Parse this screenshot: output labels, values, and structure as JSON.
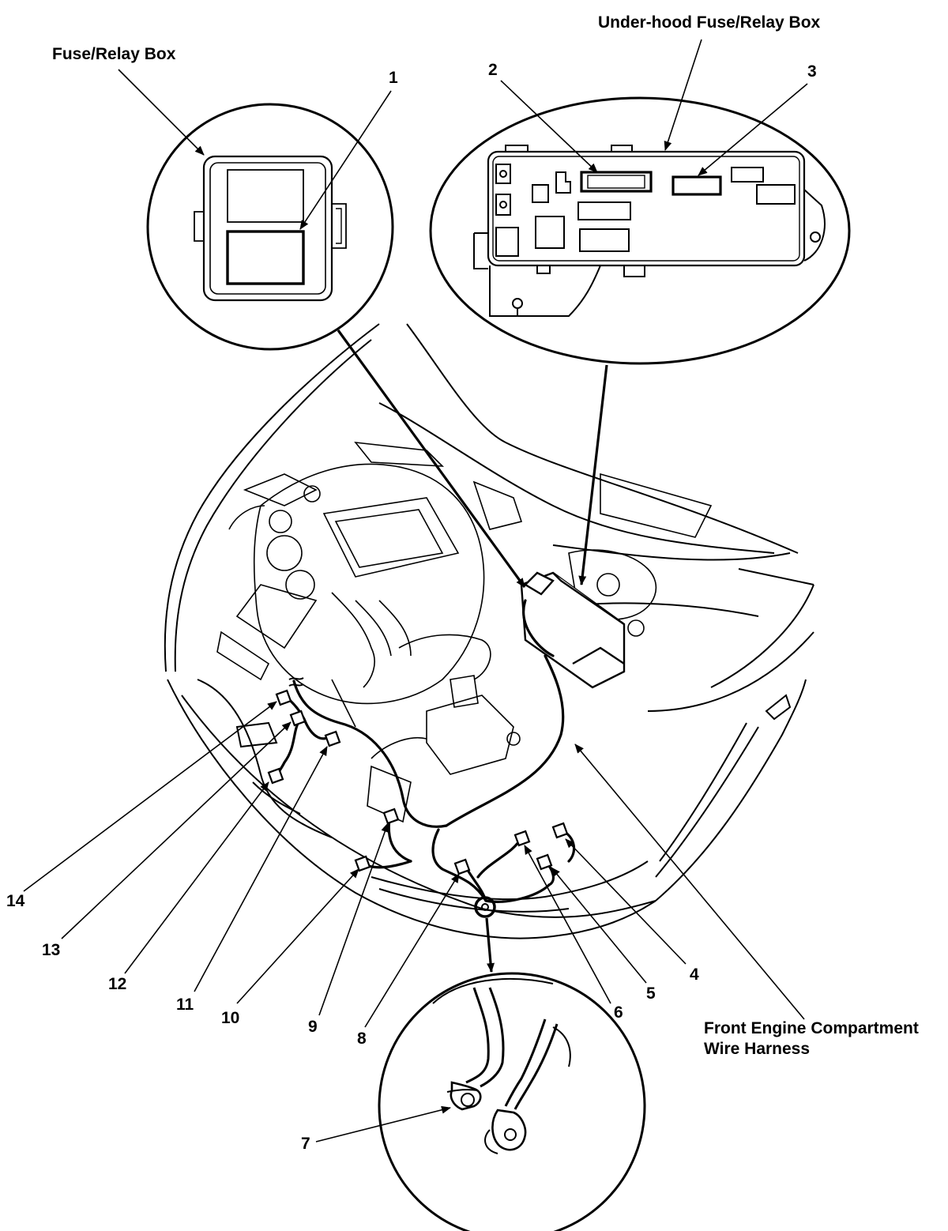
{
  "labels": {
    "fuse_relay_box": "Fuse/Relay Box",
    "under_hood_box": "Under-hood Fuse/Relay Box",
    "harness_line1": "Front Engine Compartment",
    "harness_line2": "Wire Harness"
  },
  "callouts": [
    "1",
    "2",
    "3",
    "4",
    "5",
    "6",
    "7",
    "8",
    "9",
    "10",
    "11",
    "12",
    "13",
    "14"
  ],
  "colors": {
    "ink": "#000000",
    "paper": "#ffffff"
  }
}
